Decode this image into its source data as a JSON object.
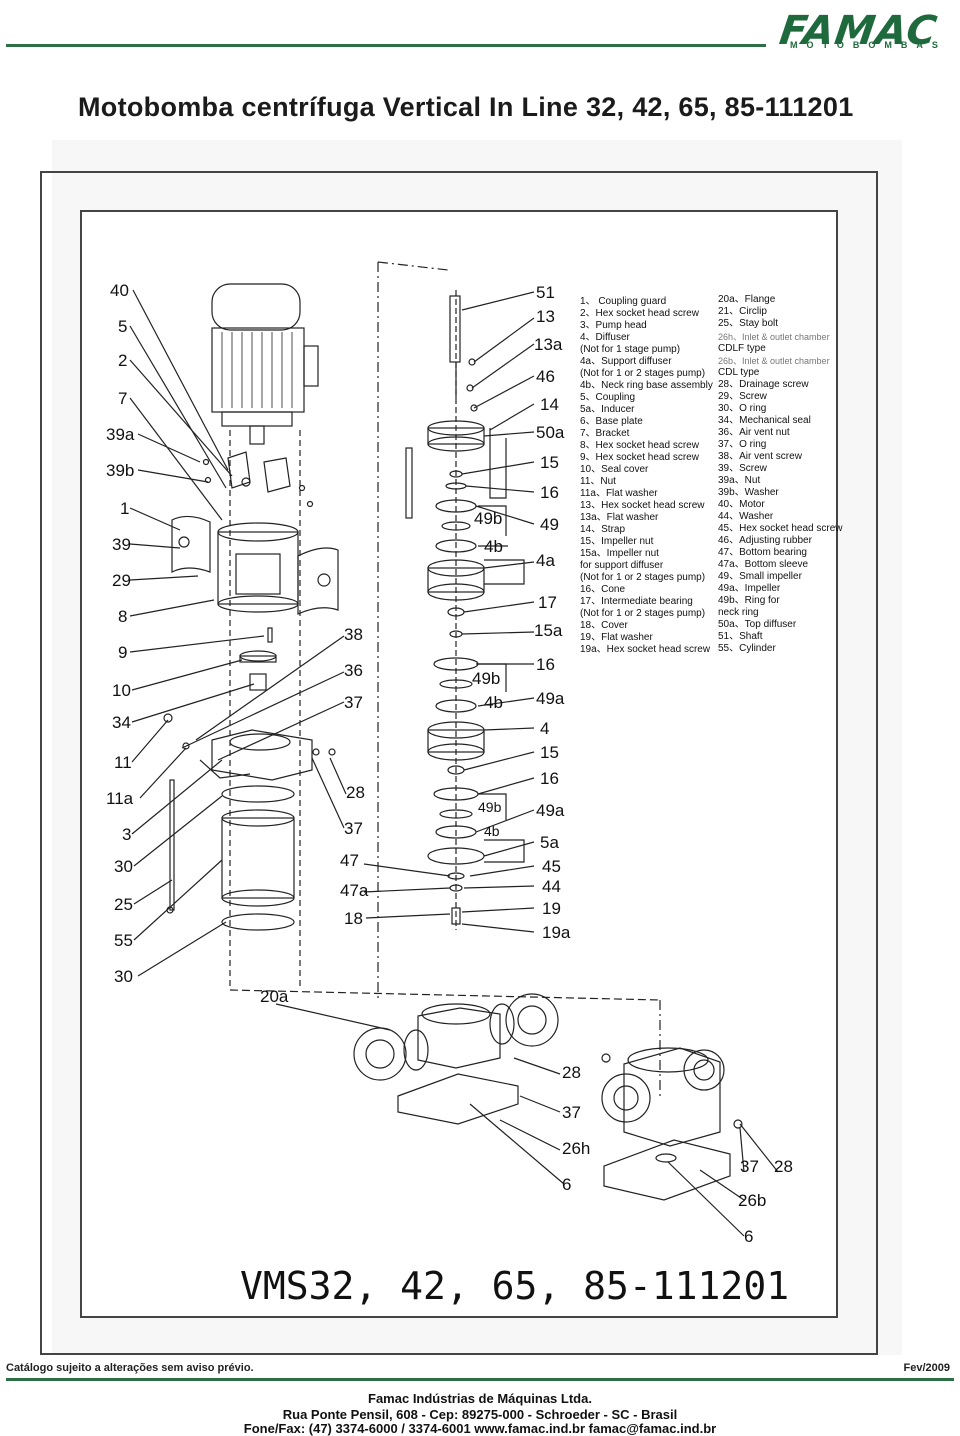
{
  "brand": {
    "name": "FAMAC",
    "sub": "MOTOBOMBAS"
  },
  "title": "Motobomba centrífuga Vertical In Line 32, 42, 65, 85-111201",
  "model_label": "VMS32, 42, 65, 85-111201",
  "footer": {
    "disclaimer": "Catálogo sujeito a alterações sem aviso prévio.",
    "date": "Fev/2009",
    "company": "Famac Indústrias de Máquinas Ltda.",
    "address": "Rua Ponte Pensil, 608 - Cep: 89275-000 - Schroeder - SC - Brasil",
    "contact": "Fone/Fax: (47) 3374-6000 / 3374-6001   www.famac.ind.br   famac@famac.ind.br"
  },
  "callouts": {
    "left": [
      "40",
      "5",
      "2",
      "7",
      "39a",
      "39b",
      "1",
      "39",
      "29",
      "8",
      "9",
      "10",
      "34",
      "11",
      "11a",
      "3",
      "30",
      "25",
      "55",
      "30"
    ],
    "mid": [
      "38",
      "36",
      "37",
      "28",
      "37",
      "47",
      "47a",
      "18",
      "20a"
    ],
    "right": [
      "51",
      "13",
      "13a",
      "46",
      "14",
      "50a",
      "15",
      "16",
      "49",
      "4a",
      "17",
      "15a",
      "16",
      "49a",
      "4",
      "15",
      "16",
      "49a",
      "5a",
      "45",
      "44",
      "19",
      "19a"
    ],
    "inner": [
      "49b",
      "4b",
      "49b",
      "4b",
      "49b",
      "4b"
    ],
    "base_left": [
      "28",
      "37",
      "26h",
      "6"
    ],
    "base_right": [
      "37",
      "28",
      "26b",
      "6"
    ]
  },
  "legend_col1": [
    "1、 Coupling guard",
    "2、Hex socket head screw",
    "3、Pump head",
    "4、Diffuser",
    "(Not for 1 stage pump)",
    "4a、Support diffuser",
    "(Not for 1 or 2 stages pump)",
    "4b、Neck ring base assembly",
    "5、Coupling",
    "5a、Inducer",
    "6、Base plate",
    "7、Bracket",
    "8、Hex socket head screw",
    "9、Hex socket head screw",
    "10、Seal cover",
    "11、Nut",
    "11a、Flat washer",
    "13、Hex socket head screw",
    "13a、Flat washer",
    "14、Strap",
    "15、Impeller nut",
    "15a、Impeller nut",
    " for support diffuser",
    "(Not for 1 or 2 stages pump)",
    "16、Cone",
    "17、Intermediate bearing",
    "(Not for 1 or 2 stages pump)",
    "18、Cover",
    "19、Flat washer",
    "19a、Hex socket head screw"
  ],
  "legend_col2": [
    "20a、Flange",
    "21、Circlip",
    "25、Stay bolt",
    "26h、Inlet & outlet chamber",
    "CDLF type",
    "26b、Inlet & outlet chamber",
    "CDL type",
    "28、Drainage screw",
    "29、Screw",
    "30、O ring",
    "34、Mechanical seal",
    "36、Air vent nut",
    "37、O ring",
    "38、Air vent screw",
    "39、Screw",
    "39a、Nut",
    "39b、Washer",
    "40、Motor",
    "44、Washer",
    "45、Hex socket head screw",
    "46、Adjusting rubber",
    "47、Bottom bearing",
    "47a、Bottom sleeve",
    "49、Small impeller",
    "49a、Impeller",
    "49b、Ring for",
    "neck ring",
    "50a、Top diffuser",
    "51、Shaft",
    "55、Cylinder"
  ],
  "colors": {
    "brand_green": "#1f6a3c",
    "rule_green": "#2f6f45",
    "frame": "#444444"
  }
}
